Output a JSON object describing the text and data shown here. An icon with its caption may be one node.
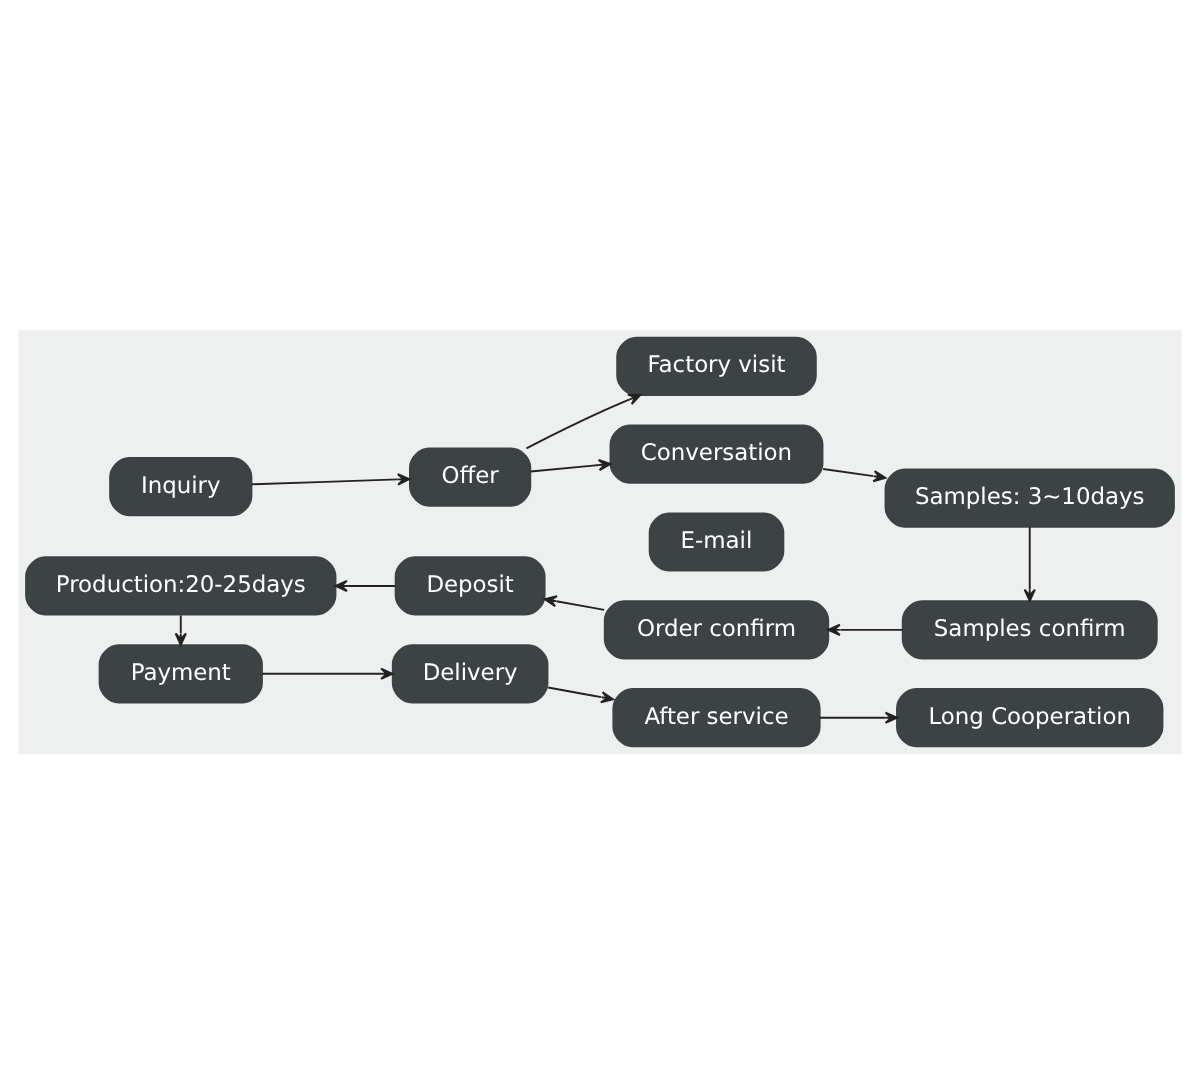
{
  "diagram": {
    "nodes": [
      {
        "text": [
          "Inquiry"
        ]
      },
      {
        "text": [
          "Offer"
        ]
      },
      {
        "text": [
          "Factory visit"
        ]
      },
      {
        "text": [
          "Conversation"
        ]
      },
      {
        "text": [
          "E-mail"
        ]
      },
      {
        "text": [
          "Samples: 3~10days"
        ]
      },
      {
        "text": [
          "Production:20-25days"
        ]
      },
      {
        "text": [
          "Deposit"
        ]
      },
      {
        "text": [
          "Order confirm"
        ]
      },
      {
        "text": [
          "Samples confirm"
        ]
      },
      {
        "text": [
          "Payment"
        ]
      },
      {
        "text": [
          "Delivery"
        ]
      },
      {
        "text": [
          "After service"
        ]
      },
      {
        "text": [
          "Long Cooperation"
        ]
      }
    ],
    "edges": [
      {
        "from": 0,
        "to": 1,
        "arrow": "to"
      },
      {
        "from": 1,
        "to": 2,
        "arrow": "to"
      },
      {
        "from": 1,
        "to": 3,
        "arrow": "to"
      },
      {
        "from": 3,
        "to": 5,
        "arrow": "to"
      },
      {
        "from": 5,
        "to": 9,
        "arrow": "to"
      },
      {
        "from": 9,
        "to": 8,
        "arrow": "to"
      },
      {
        "from": 8,
        "to": 7,
        "arrow": "to"
      },
      {
        "from": 7,
        "to": 6,
        "arrow": "to"
      },
      {
        "from": 6,
        "to": 10,
        "arrow": "to"
      },
      {
        "from": 10,
        "to": 11,
        "arrow": "to"
      },
      {
        "from": 11,
        "to": 12,
        "arrow": "to"
      },
      {
        "from": 12,
        "to": 13,
        "arrow": "to"
      }
    ]
  }
}
